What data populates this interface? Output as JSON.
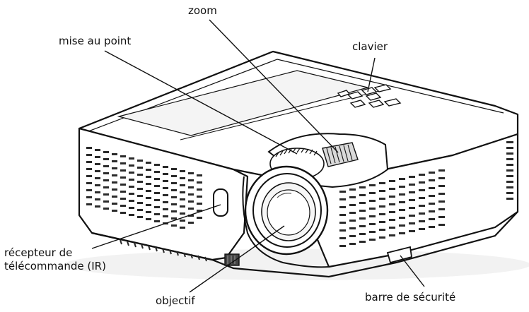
{
  "labels": {
    "zoom": "zoom",
    "focus": "mise au point",
    "keypad": "clavier",
    "ir_receiver_line1": "récepteur de",
    "ir_receiver_line2": "télécommande (IR)",
    "lens": "objectif",
    "security_bar": "barre de sécurité"
  },
  "colors": {
    "stroke": "#111111",
    "body_fill": "#ffffff",
    "shadow": "#e6e6e6",
    "vent": "#2a2a2a"
  }
}
